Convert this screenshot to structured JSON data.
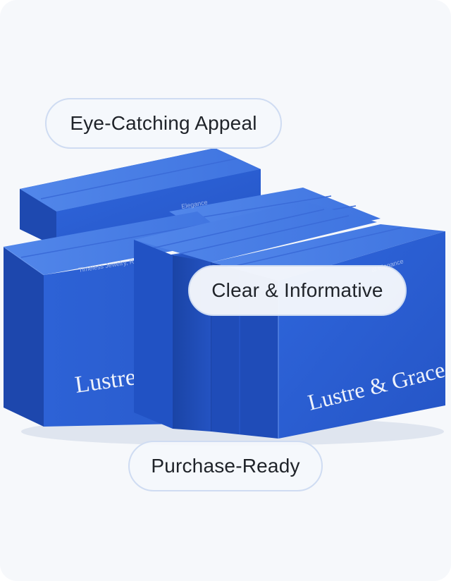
{
  "features": {
    "eye_catching": "Eye-Catching Appeal",
    "clear_informative": "Clear & Informative",
    "purchase_ready": "Purchase-Ready"
  },
  "box": {
    "brand": "Lustre & Grace",
    "brand_partial": "Lustre &",
    "tagline_left": "Timeless Jewelry, R",
    "tagline_right": "al Elegance",
    "tagline_back": "Elegance"
  },
  "colors": {
    "box_front": "#2a5fd3",
    "box_top": "#4a7fe6",
    "box_shadow": "#1d47ad",
    "background": "#f6f8fb"
  }
}
